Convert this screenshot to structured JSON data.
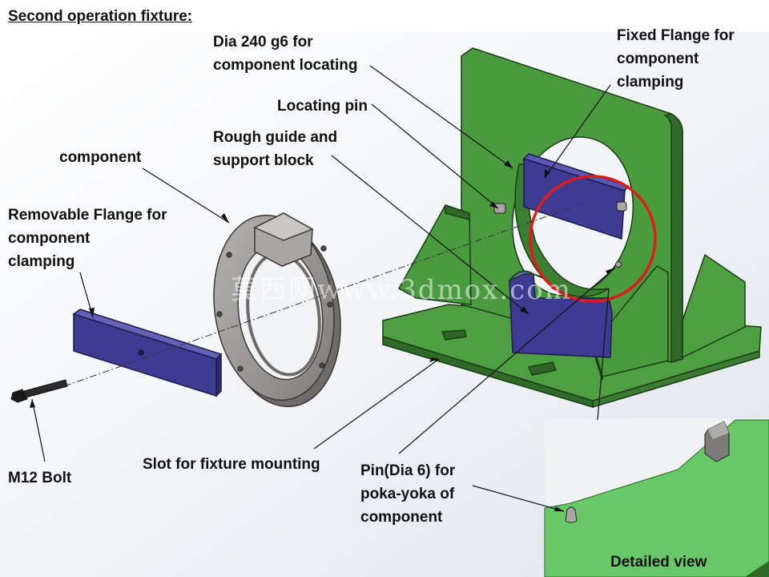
{
  "title": "Second operation fixture:",
  "labels": {
    "dia_240": [
      "Dia 240 g6 for",
      "component locating"
    ],
    "fixed_flange": [
      "Fixed Flange for",
      "component",
      "clamping"
    ],
    "locating_pin": "Locating pin",
    "rough_guide": [
      "Rough guide and",
      "support block"
    ],
    "component": "component",
    "removable_flange": [
      "Removable Flange for",
      "component",
      "clamping"
    ],
    "m12_bolt": "M12 Bolt",
    "slot": "Slot for fixture mounting",
    "pin_dia6": [
      "Pin(Dia 6) for",
      "poka-yoka of",
      "component"
    ],
    "detailed_view": "Detailed view"
  },
  "watermark": "莫西网www.3dmox.com",
  "colors": {
    "fixture_green": "#4a9a3e",
    "flange_blue": "#3e3c92",
    "component_grey": "#9b9895",
    "highlight_red": "#e01b1b",
    "detail_green": "#66c866"
  }
}
